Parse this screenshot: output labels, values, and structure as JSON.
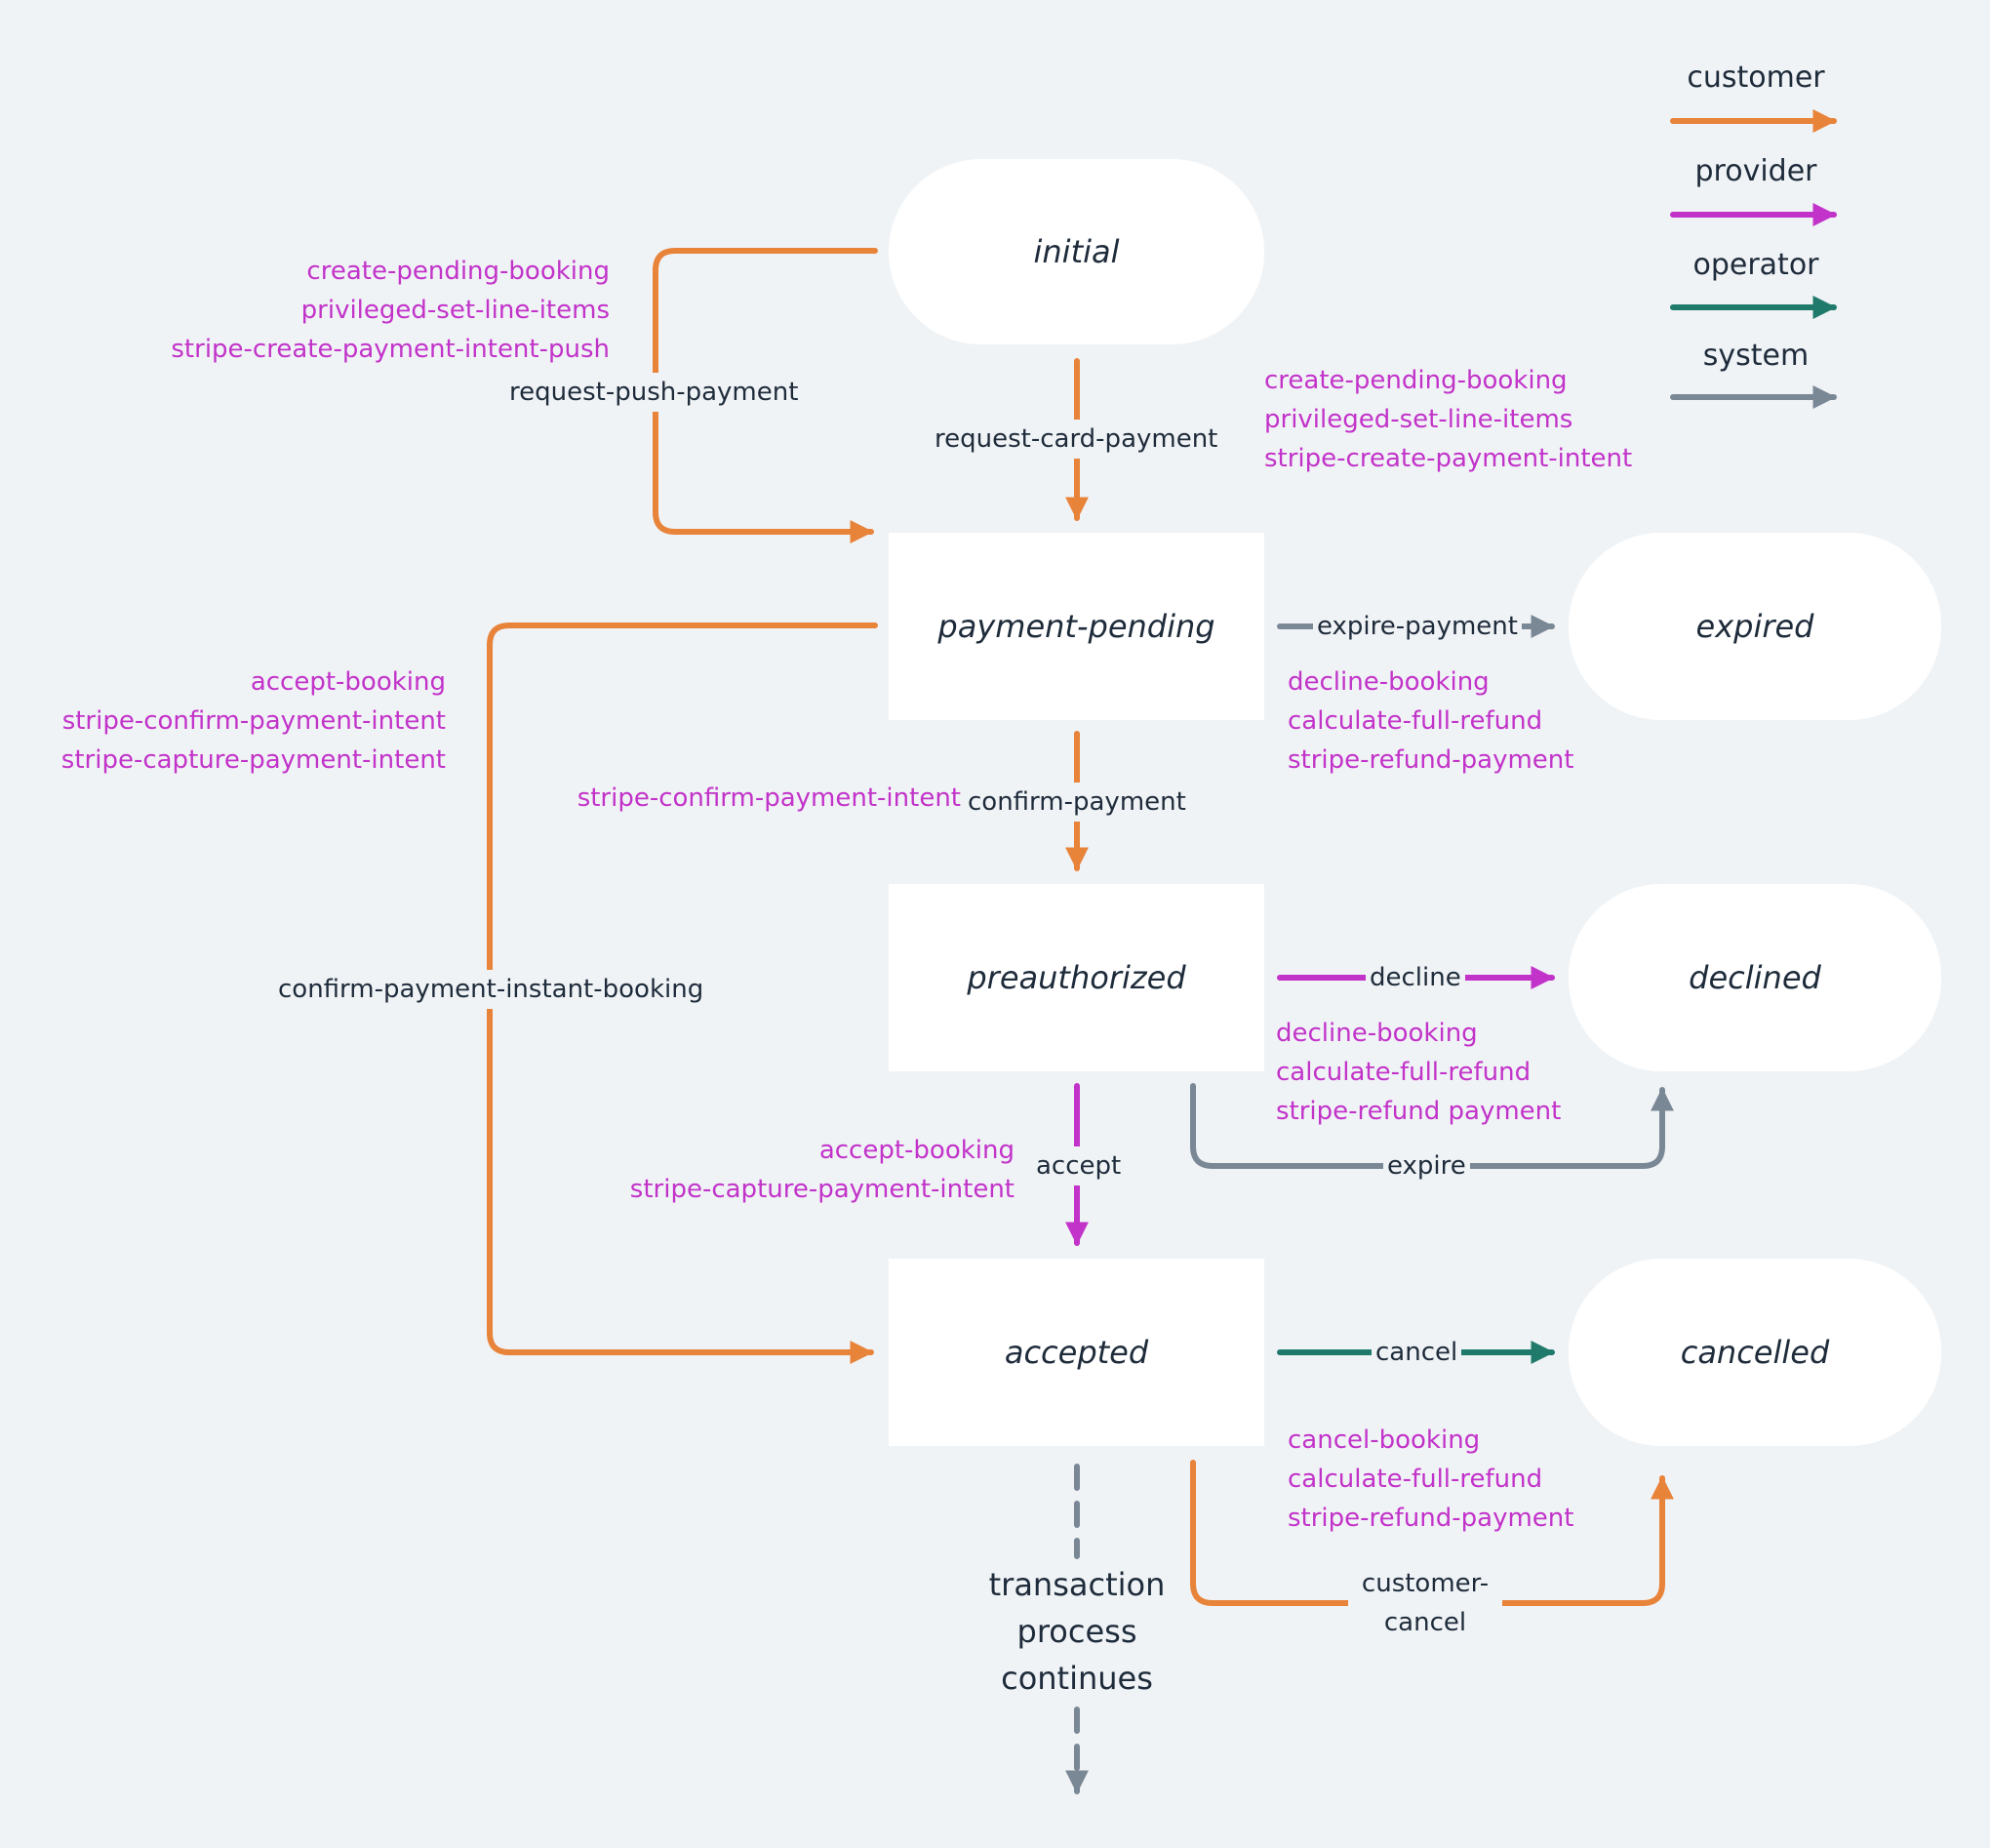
{
  "legend": {
    "customer": "customer",
    "provider": "provider",
    "operator": "operator",
    "system": "system"
  },
  "colors": {
    "customer": "#e8833a",
    "provider": "#c233c9",
    "operator": "#1f7a6b",
    "system": "#7a8896"
  },
  "states": {
    "initial": "initial",
    "payment_pending": "payment-pending",
    "expired": "expired",
    "preauthorized": "preauthorized",
    "declined": "declined",
    "accepted": "accepted",
    "cancelled": "cancelled"
  },
  "transitions": {
    "request_push_payment": "request-push-payment",
    "request_card_payment": "request-card-payment",
    "expire_payment": "expire-payment",
    "confirm_payment": "confirm-payment",
    "confirm_payment_instant_booking": "confirm-payment-instant-booking",
    "decline": "decline",
    "expire": "expire",
    "accept": "accept",
    "cancel": "cancel",
    "customer_cancel_1": "customer-",
    "customer_cancel_2": "cancel"
  },
  "actions": {
    "push_payment": [
      "create-pending-booking",
      "privileged-set-line-items",
      "stripe-create-payment-intent-push"
    ],
    "card_payment": [
      "create-pending-booking",
      "privileged-set-line-items",
      "stripe-create-payment-intent"
    ],
    "instant_booking": [
      "accept-booking",
      "stripe-confirm-payment-intent",
      "stripe-capture-payment-intent"
    ],
    "expire_payment": [
      "decline-booking",
      "calculate-full-refund",
      "stripe-refund-payment"
    ],
    "confirm_payment": [
      "stripe-confirm-payment-intent"
    ],
    "decline": [
      "decline-booking",
      "calculate-full-refund",
      "stripe-refund payment"
    ],
    "accept": [
      "accept-booking",
      "stripe-capture-payment-intent"
    ],
    "cancel": [
      "cancel-booking",
      "calculate-full-refund",
      "stripe-refund-payment"
    ]
  },
  "continues": {
    "line1": "transaction",
    "line2": "process",
    "line3": "continues"
  }
}
